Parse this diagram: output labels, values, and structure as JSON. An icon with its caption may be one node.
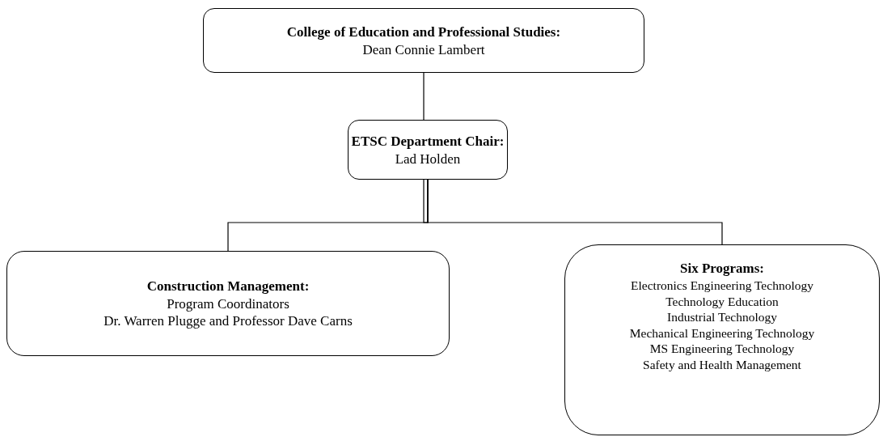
{
  "diagram": {
    "nodes": [
      {
        "text": [
          "College of Education and Professional Studies:",
          "Dean Connie Lambert"
        ]
      },
      {
        "text": [
          "ETSC Department Chair:",
          "Lad Holden"
        ]
      },
      {
        "text": [
          "Construction Management:",
          "Program Coordinators",
          "Dr. Warren Plugge and Professor Dave Carns"
        ]
      },
      {
        "text": [
          "Six Programs:",
          "Electronics Engineering Technology",
          "Technology Education",
          "Industrial Technology",
          "Mechanical Engineering Technology",
          "MS Engineering Technology",
          "Safety and Health Management"
        ]
      }
    ],
    "edges": [
      {
        "from": 0,
        "to": 1,
        "arrow": "none"
      },
      {
        "from": 1,
        "to": 2,
        "arrow": "none"
      },
      {
        "from": 1,
        "to": 3,
        "arrow": "none"
      }
    ]
  }
}
